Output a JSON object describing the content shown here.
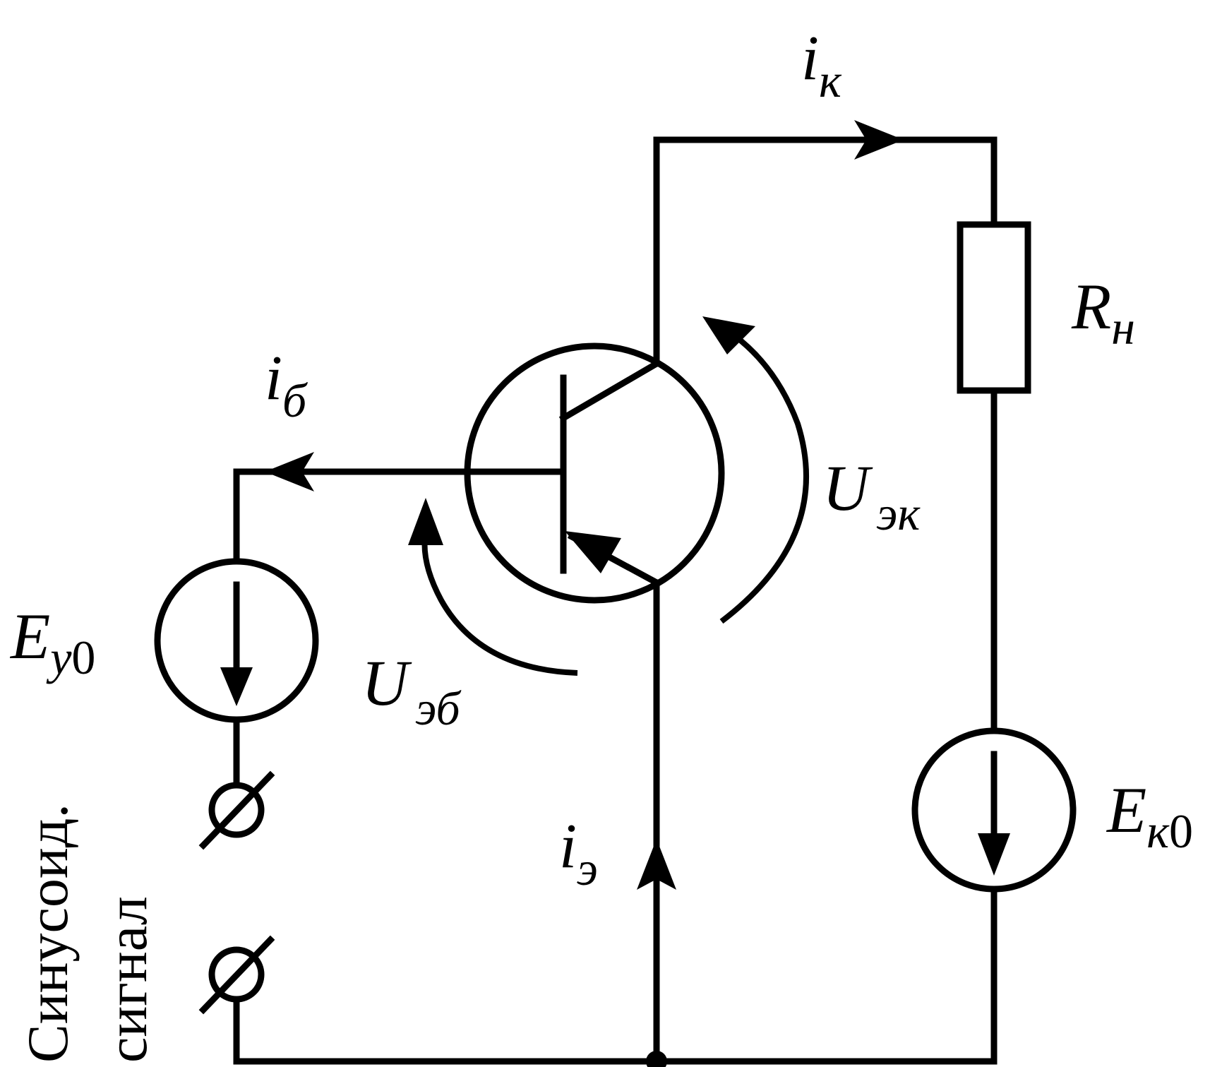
{
  "labels": {
    "i_k": {
      "main": "i",
      "sub": "к"
    },
    "i_b": {
      "main": "i",
      "sub": "б"
    },
    "i_e": {
      "main": "i",
      "sub": "э"
    },
    "R_n": {
      "main": "R",
      "sub": "н"
    },
    "U_ek": {
      "main": "U",
      "sub": "эк"
    },
    "U_eb": {
      "main": "U",
      "sub": "эб"
    },
    "E_y0": {
      "main": "E",
      "sub": "у",
      "sub2": "0"
    },
    "E_k0": {
      "main": "E",
      "sub": "к",
      "sub2": "0"
    }
  },
  "caption": {
    "line1": "Синусоид.",
    "line2": "сигнал"
  }
}
